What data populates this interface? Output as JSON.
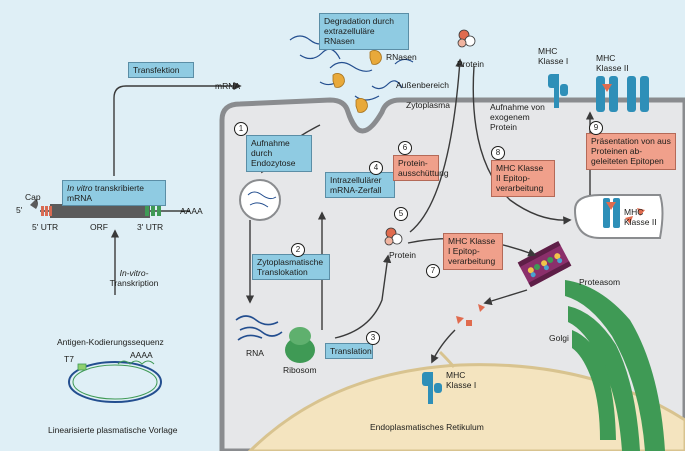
{
  "boxes": {
    "degradation": "Degradation durch extrazelluläre RNasen",
    "transfektion": "Transfektion",
    "aufnahme_endozytose": "Aufnahme durch Endozytose",
    "intrazellulaer_zerfall": "Intrazellulärer mRNA-Zerfall",
    "protein_ausschuettung": "Protein-ausschüttung",
    "mhc2_epitop": "MHC Klasse II Epitop-verarbeitung",
    "praesentation": "Präsentation von aus Proteinen ab-geleiteten Epitopen",
    "invitro_mrna_italic": "In vitro",
    "invitro_mrna_rest": " transkribierte mRNA",
    "zytoplasmatische_translokation": "Zytoplasmatische Translokation",
    "mhc1_epitop": "MHC Klasse I Epitop-verarbeitung",
    "translation": "Translation"
  },
  "labels": {
    "rnasen": "RNasen",
    "mrna": "mRNA",
    "protein_top": "Protein",
    "aussenbereich": "Außenbereich",
    "zytoplasma": "Zytoplasma",
    "aufnahme_exogen": "Aufnahme von exogenem Protein",
    "mhc_klasse_i_top": "MHC Klasse I",
    "mhc_klasse_ii_top": "MHC Klasse II",
    "mhc_klasse_ii_mid": "MHC Klasse II",
    "proteasom": "Proteasom",
    "golgi": "Golgi",
    "mhc_klasse_i_er": "MHC Klasse I",
    "er": "Endoplasmatisches Retikulum",
    "rna": "RNA",
    "ribosom": "Ribosom",
    "protein_mid": "Protein",
    "cap": "Cap",
    "five_prime": "5'",
    "utr5": "5' UTR",
    "orf": "ORF",
    "utr3": "3' UTR",
    "polya": "AAAA",
    "invitro_transkription_italic": "In-vitro-",
    "invitro_transkription_rest": "Transkription",
    "antigen": "Antigen-Kodierungssequenz",
    "t7": "T7",
    "polya_plasmid": "AAAA",
    "linearisierte": "Linearisierte plasmatische Vorlage"
  },
  "steps": [
    "1",
    "2",
    "3",
    "4",
    "5",
    "6",
    "7",
    "8",
    "9"
  ],
  "colors": {
    "background": "#dfeff6",
    "cytoplasm": "#e6e7e9",
    "membrane": "#7d7f82",
    "box_blue": "#8fcbe2",
    "box_salmon": "#f0a08b",
    "er": "#f4e4bf",
    "golgi": "#3f9a55",
    "mhc": "#2e8fb8",
    "rnase": "#e8a93a"
  }
}
